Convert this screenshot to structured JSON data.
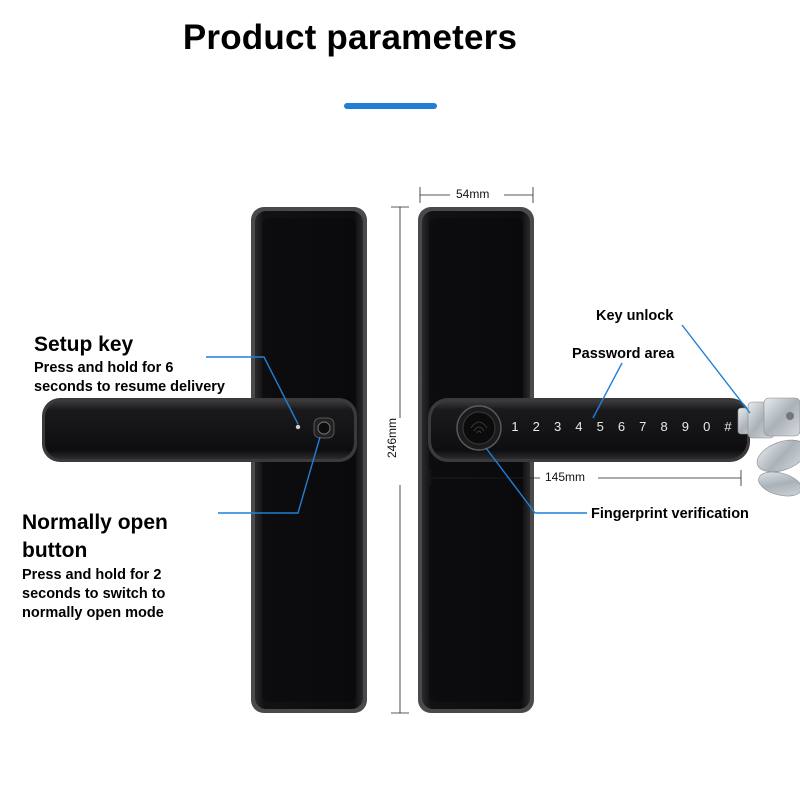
{
  "title": "Product parameters",
  "accent_color": "#1f7fd6",
  "setup_key": {
    "heading": "Setup key",
    "line1": "Press and hold for 6",
    "line2": "seconds to resume delivery"
  },
  "normally_open": {
    "heading1": "Normally open",
    "heading2": "button",
    "line1": "Press and hold for 2",
    "line2": "seconds to switch to",
    "line3": "normally open mode"
  },
  "callouts": {
    "key_unlock": "Key unlock",
    "password_area": "Password area",
    "fingerprint": "Fingerprint verification"
  },
  "dimensions": {
    "width": "54mm",
    "height": "246mm",
    "handle_length": "145mm"
  },
  "keypad": [
    "1",
    "2",
    "3",
    "4",
    "5",
    "6",
    "7",
    "8",
    "9",
    "0",
    "#"
  ]
}
